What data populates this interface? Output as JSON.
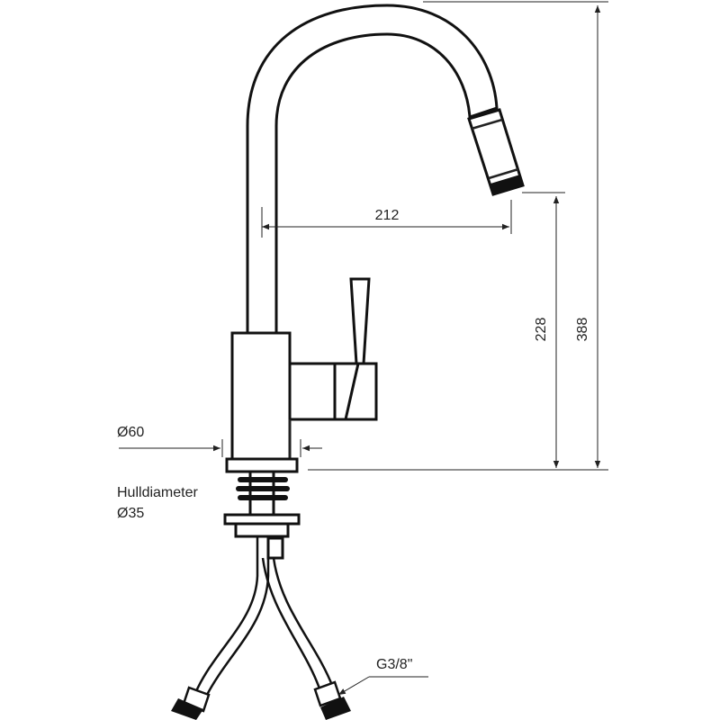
{
  "dimensions": {
    "reach": "212",
    "spout_height": "228",
    "total_height": "388",
    "base_diameter": "Ø60"
  },
  "labels": {
    "hole_title": "Hulldiameter",
    "hole_value": "Ø35",
    "connection": "G3/8\""
  },
  "colors": {
    "line": "#111111",
    "background": "#ffffff"
  }
}
